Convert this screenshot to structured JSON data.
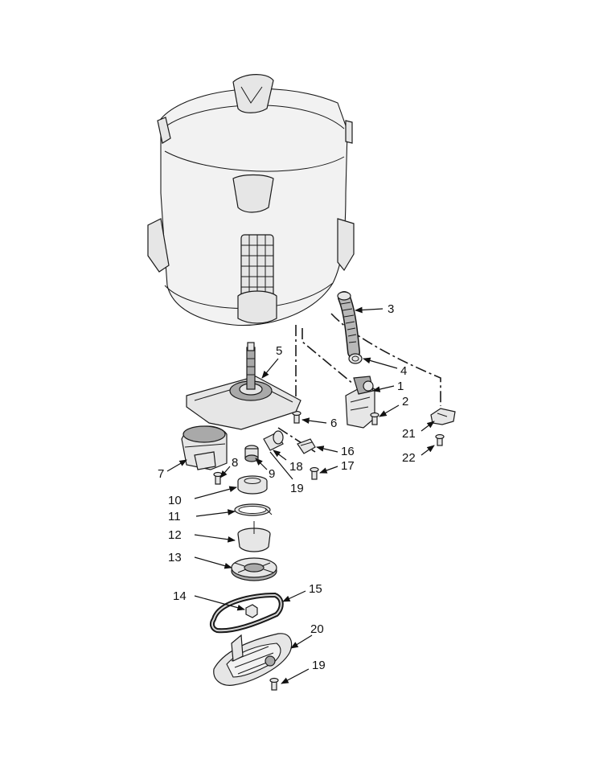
{
  "diagram": {
    "callouts": [
      {
        "id": "c1",
        "text": "1"
      },
      {
        "id": "c2",
        "text": "2"
      },
      {
        "id": "c3",
        "text": "3"
      },
      {
        "id": "c4",
        "text": "4"
      },
      {
        "id": "c5",
        "text": "5"
      },
      {
        "id": "c6",
        "text": "6"
      },
      {
        "id": "c7",
        "text": "7"
      },
      {
        "id": "c8",
        "text": "8"
      },
      {
        "id": "c9",
        "text": "9"
      },
      {
        "id": "c10",
        "text": "10"
      },
      {
        "id": "c11",
        "text": "11"
      },
      {
        "id": "c12",
        "text": "12"
      },
      {
        "id": "c13",
        "text": "13"
      },
      {
        "id": "c14",
        "text": "14"
      },
      {
        "id": "c15",
        "text": "15"
      },
      {
        "id": "c16",
        "text": "16"
      },
      {
        "id": "c17",
        "text": "17"
      },
      {
        "id": "c18",
        "text": "18"
      },
      {
        "id": "c19a",
        "text": "19"
      },
      {
        "id": "c19b",
        "text": "19"
      },
      {
        "id": "c20",
        "text": "20"
      },
      {
        "id": "c21",
        "text": "21"
      },
      {
        "id": "c22",
        "text": "22"
      }
    ]
  }
}
